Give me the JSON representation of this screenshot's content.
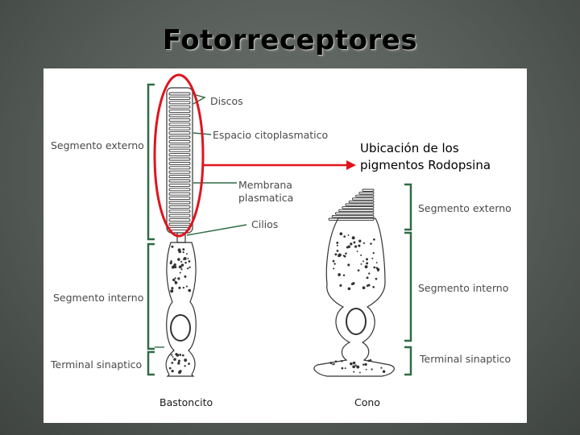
{
  "slide": {
    "title": "Fotorreceptores"
  },
  "diagram": {
    "rod_labels": {
      "discos": "Discos",
      "espacio": "Espacio citoplasmatico",
      "membrana_1": "Membrana",
      "membrana_2": "plasmatica",
      "cilios": "Cilios",
      "segmento_externo": "Segmento externo",
      "segmento_interno": "Segmento interno",
      "terminal": "Terminal sinaptico",
      "name": "Bastoncito"
    },
    "cone_labels": {
      "segmento_externo": "Segmento externo",
      "segmento_interno": "Segmento interno",
      "terminal": "Terminal sinaptico",
      "name": "Cono"
    },
    "annotation": {
      "line1": "Ubicación de los",
      "line2": "pigmentos Rodopsina"
    },
    "colors": {
      "bracket_green": "#2f6b45",
      "highlight_red": "#e0141e",
      "cell_outline": "#333333"
    }
  }
}
